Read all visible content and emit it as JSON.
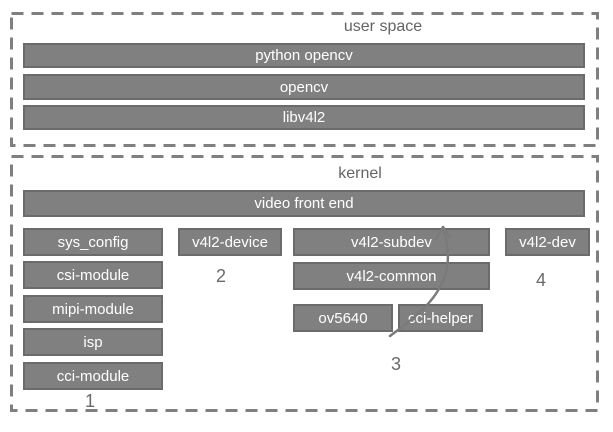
{
  "user_space": {
    "label": "user space",
    "bars": [
      "python opencv",
      "opencv",
      "libv4l2"
    ]
  },
  "kernel": {
    "label": "kernel",
    "front_end": "video front end",
    "column1": {
      "items": [
        "sys_config",
        "csi-module",
        "mipi-module",
        "isp",
        "cci-module"
      ],
      "number": "1"
    },
    "column2": {
      "items": [
        "v4l2-device"
      ],
      "number": "2"
    },
    "column3": {
      "items": [
        "v4l2-subdev",
        "v4l2-common",
        "ov5640",
        "cci-helper"
      ],
      "number": "3"
    },
    "column4": {
      "items": [
        "v4l2-dev"
      ],
      "number": "4"
    }
  },
  "icons": {
    "arrow": "curved-up-arrow"
  },
  "colors": {
    "background": "#ffffff",
    "bar_fill": "#808080",
    "bar_border": "#6b6b6b",
    "bar_text": "#ffffff",
    "dashed_border": "#7f7f7f",
    "label_text": "#646464",
    "arrow": "#7a7a7a"
  }
}
